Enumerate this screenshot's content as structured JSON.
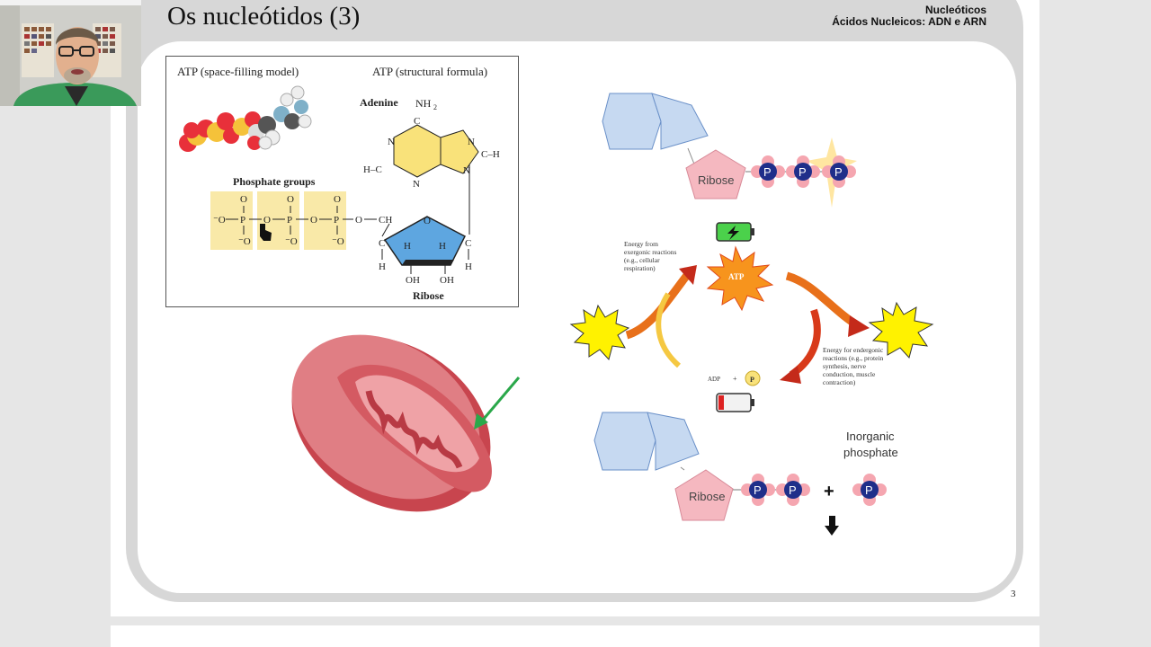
{
  "slide": {
    "title": "Os nucleótidos (3)",
    "header_line1": "Nucleóticos",
    "header_line2": "Ácidos Nucleicos: ADN e ARN",
    "page_number": "3"
  },
  "atp_figure": {
    "label_space_filling": "ATP (space-filling model)",
    "label_structural": "ATP (structural formula)",
    "label_adenine": "Adenine",
    "label_phosphate_groups": "Phosphate groups",
    "label_ribose": "Ribose",
    "atom_nh2": "NH",
    "atom_nh2_sub": "2",
    "atom_n": "N",
    "atom_c": "C",
    "atom_h": "H",
    "atom_o": "O",
    "atom_p": "P",
    "atom_ch2": "CH",
    "atom_oh": "OH",
    "atom_o_minus": "⁻O",
    "atom_h_c": "H–C",
    "atom_c_h": "C–H"
  },
  "cycle": {
    "ribose_label": "Ribose",
    "p_label": "P",
    "atp_label": "ATP",
    "energy_from_lines": [
      "Energy from",
      "exergonic reactions",
      "(e.g., cellular",
      "respiration)"
    ],
    "energy_for_lines": [
      "Energy for endergonic",
      "reactions (e.g., protein",
      "synthesis, nerve",
      "conduction, muscle",
      "contraction)"
    ],
    "adp_label": "ADP",
    "plus_small": "+",
    "pi_label": "P",
    "inorganic_lines": [
      "Inorganic",
      "phosphate"
    ],
    "plus_large": "+"
  },
  "colors": {
    "hexagon_fill": "#c6d9f1",
    "ribose_fill": "#f5b8c0",
    "phosphate_blue": "#1f2f8a",
    "phosphate_pink": "#f5a6b0",
    "adenine_yellow": "#f9e27a",
    "ribose_blue": "#5ea6e0",
    "star_yellow": "#fff200",
    "mito_red": "#c8454e",
    "arrow_green": "#2aa84a"
  }
}
